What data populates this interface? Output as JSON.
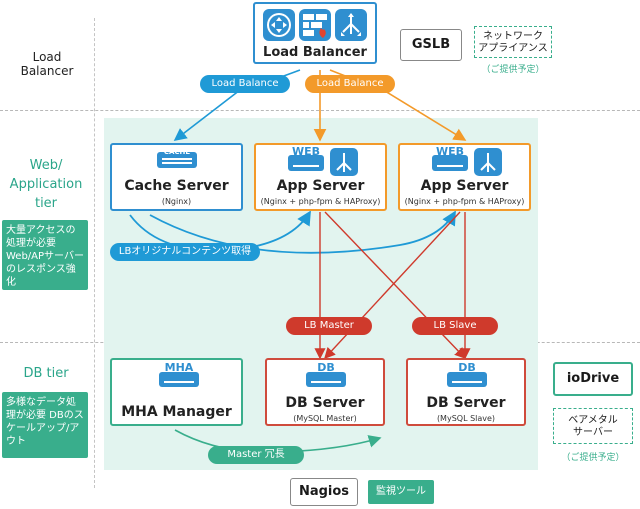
{
  "tiers": {
    "load_balancer": "Load Balancer",
    "web_line1": "Web/",
    "web_line2": "Application",
    "web_line3": "tier",
    "db": "DB tier"
  },
  "notes": {
    "web": "大量アクセスの処理が必要 Web/APサーバーのレスポンス強化",
    "db": "多様なデータ処理が必要 DBのスケールアップ/アウト"
  },
  "load_balancer_box": {
    "title": "Load Balancer"
  },
  "gslb": "GSLB",
  "network_appliance": {
    "line1": "ネットワーク",
    "line2": "アプライアンス",
    "caption": "（ご提供予定）"
  },
  "pills": {
    "lb_blue": "Load Balance",
    "lb_orange": "Load Balance",
    "lb_original": "LBオリジナルコンテンツ取得",
    "lb_master": "LB Master",
    "lb_slave": "LB Slave",
    "master_redundant": "Master 冗長"
  },
  "cache_server": {
    "badge": "CACHE",
    "title": "Cache Server",
    "sub": "(Nginx)"
  },
  "app_server_1": {
    "badge": "WEB",
    "title": "App Server",
    "sub": "(Nginx + php-fpm & HAProxy)"
  },
  "app_server_2": {
    "badge": "WEB",
    "title": "App Server",
    "sub": "(Nginx + php-fpm & HAProxy)"
  },
  "mha_manager": {
    "badge": "MHA",
    "title": "MHA Manager"
  },
  "db_master": {
    "badge": "DB",
    "title": "DB Server",
    "sub": "(MySQL Master)"
  },
  "db_slave": {
    "badge": "DB",
    "title": "DB Server",
    "sub": "(MySQL Slave)"
  },
  "iodrive": "ioDrive",
  "baremetal": {
    "line1": "ベアメタル",
    "line2": "サーバー",
    "caption": "（ご提供予定）"
  },
  "nagios": "Nagios",
  "monitor_tool": "監視ツール",
  "colors": {
    "blue": "#2f8fd0",
    "orange": "#f39a2a",
    "red": "#cf4b3c",
    "green": "#39ae8c",
    "area": "#e2f4ef"
  }
}
